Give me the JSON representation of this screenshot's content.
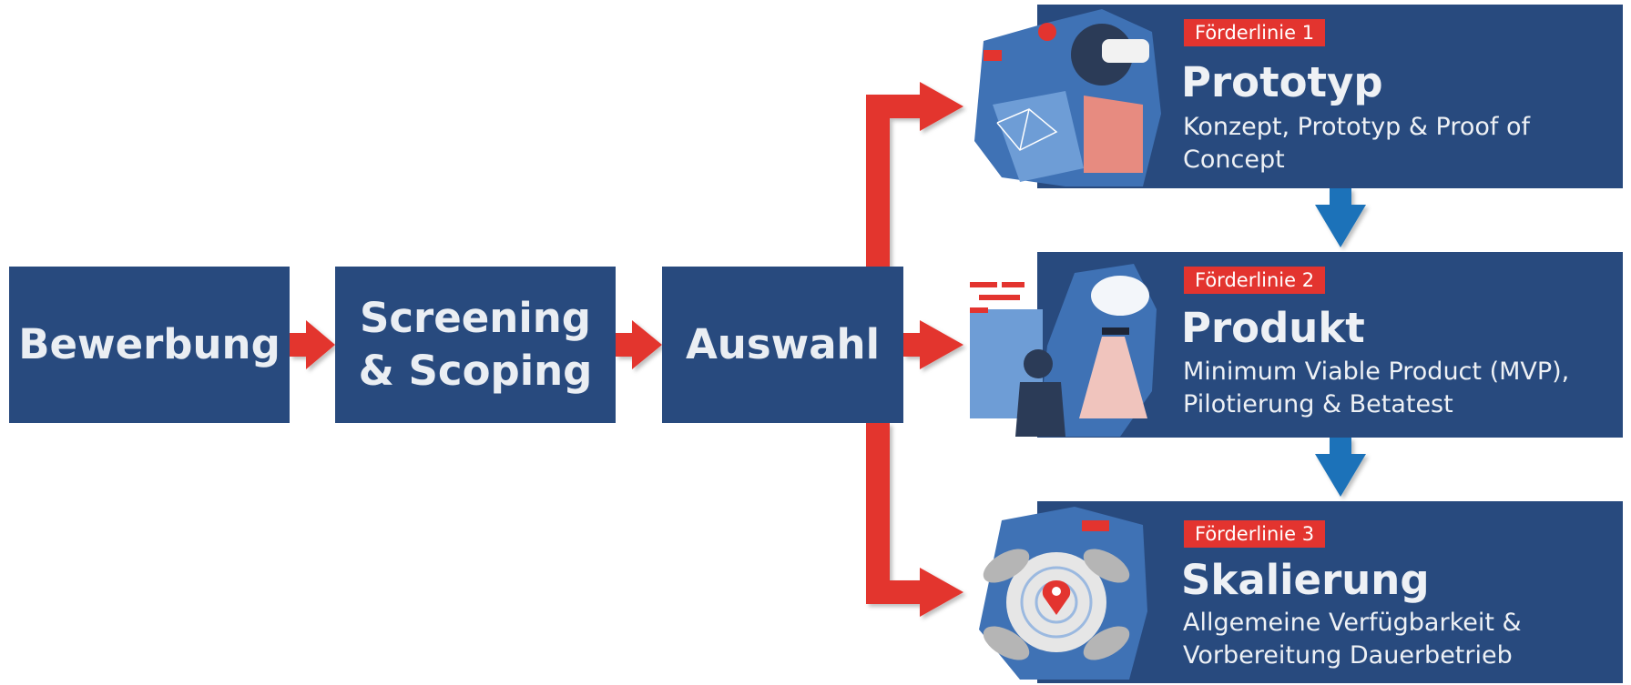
{
  "steps": [
    {
      "line1": "Bewerbung",
      "line2": ""
    },
    {
      "line1": "Screening",
      "line2": "& Scoping"
    },
    {
      "line1": "Auswahl",
      "line2": ""
    }
  ],
  "tracks": [
    {
      "tag": "Förderlinie 1",
      "title": "Prototyp",
      "desc": "Konzept, Prototyp & Proof of Concept"
    },
    {
      "tag": "Förderlinie 2",
      "title": "Produkt",
      "desc": "Minimum Viable Product (MVP), Pilotierung & Betatest"
    },
    {
      "tag": "Förderlinie 3",
      "title": "Skalierung",
      "desc": "Allgemeine Verfügbarkeit & Vorbereitung Dauerbetrieb"
    }
  ],
  "colors": {
    "box": "#284a7e",
    "red_arrow": "#e3342f",
    "blue_arrow": "#1a72b9",
    "tag": "#e3342f"
  }
}
